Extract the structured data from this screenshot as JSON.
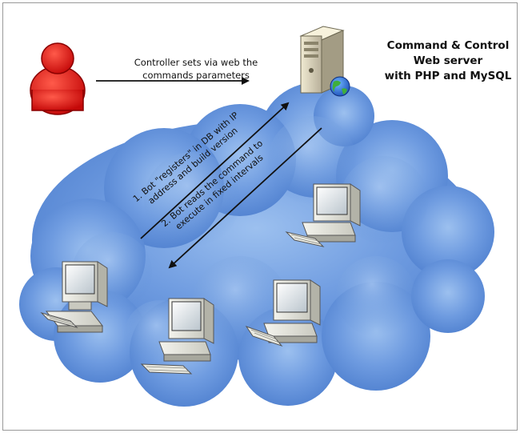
{
  "labels": {
    "controller_note": [
      "Controller sets via web the",
      "commands parameters"
    ],
    "server_title": [
      "Command & Control",
      "Web server",
      "with PHP and MySQL"
    ],
    "step_1": [
      "1. Bot \"registers\" in DB with IP",
      "address and build version"
    ],
    "step_2": [
      "2. Bot reads the command to",
      "execute in fixed intervals"
    ]
  },
  "icons": {
    "controller": "user-icon",
    "server": "server-globe-icon",
    "bot_pc": "desktop-computer-icon",
    "network": "cloud-icon"
  },
  "colors": {
    "cloud_base": "#5d8ed6",
    "cloud_light": "#8cb4ea",
    "user_red": "#e01010",
    "arrow": "#111111"
  }
}
